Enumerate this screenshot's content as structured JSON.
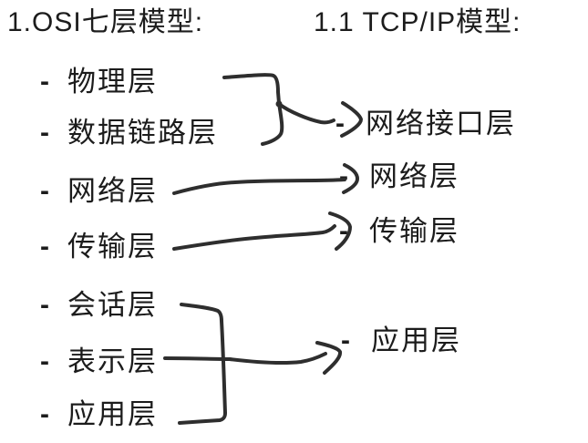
{
  "colors": {
    "background": "#ffffff",
    "text": "#1c1c1c",
    "pen": "#2e2e2e"
  },
  "osi": {
    "title": "1.OSI七层模型:",
    "layers": [
      {
        "bullet": "-",
        "label": "物理层"
      },
      {
        "bullet": "-",
        "label": "数据链路层"
      },
      {
        "bullet": "-",
        "label": "网络层"
      },
      {
        "bullet": "-",
        "label": "传输层"
      },
      {
        "bullet": "-",
        "label": "会话层"
      },
      {
        "bullet": "-",
        "label": "表示层"
      },
      {
        "bullet": "-",
        "label": "应用层"
      }
    ]
  },
  "tcpip": {
    "title": "1.1 TCP/IP模型:",
    "layers": [
      {
        "bullet": "-",
        "label": "网络接口层"
      },
      {
        "bullet": "-",
        "label": "网络层"
      },
      {
        "bullet": "-",
        "label": "传输层"
      },
      {
        "bullet": "-",
        "label": "应用层"
      }
    ]
  },
  "connections": [
    {
      "from": [
        "物理层",
        "数据链路层"
      ],
      "to": "网络接口层",
      "style": "hand-drawn brace merging into arrow"
    },
    {
      "from": [
        "网络层"
      ],
      "to": "网络层",
      "style": "hand-drawn arrow"
    },
    {
      "from": [
        "传输层"
      ],
      "to": "传输层",
      "style": "hand-drawn arrow"
    },
    {
      "from": [
        "会话层",
        "表示层",
        "应用层"
      ],
      "to": "应用层",
      "style": "hand-drawn bracket merging into arrow"
    }
  ]
}
